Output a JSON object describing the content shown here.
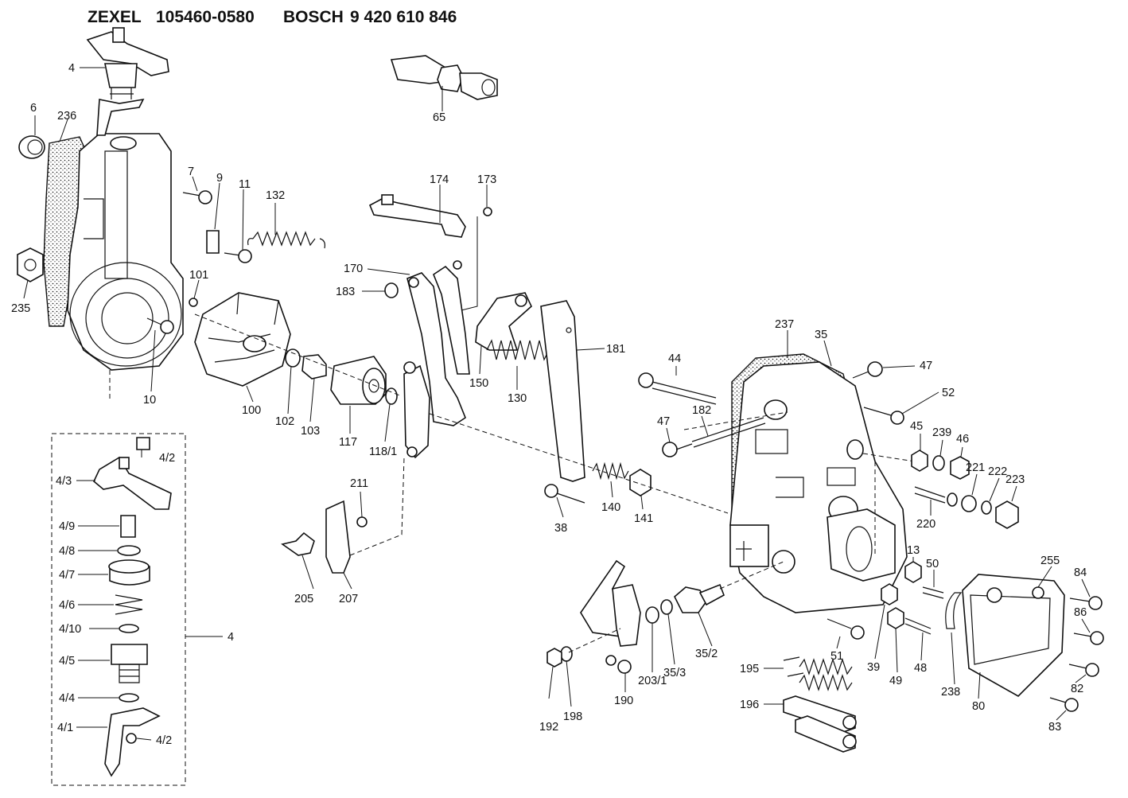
{
  "header": {
    "brand_a": "ZEXEL",
    "part_a": "105460-0580",
    "brand_b": "BOSCH",
    "part_b": "9 420 610 846"
  },
  "labels": {
    "l4": "4",
    "l6": "6",
    "l236": "236",
    "l235": "235",
    "l7": "7",
    "l9": "9",
    "l11": "11",
    "l132": "132",
    "l10": "10",
    "l101": "101",
    "l100": "100",
    "l102": "102",
    "l103": "103",
    "l117": "117",
    "l118_1": "118/1",
    "l65": "65",
    "l174": "174",
    "l173": "173",
    "l170": "170",
    "l183": "183",
    "l150": "150",
    "l130": "130",
    "l181": "181",
    "l211": "211",
    "l205": "205",
    "l207": "207",
    "l38": "38",
    "l140": "140",
    "l141": "141",
    "l44": "44",
    "l47a": "47",
    "l182": "182",
    "l237": "237",
    "l35": "35",
    "l47b": "47",
    "l52": "52",
    "l45": "45",
    "l239": "239",
    "l46": "46",
    "l220": "220",
    "l221": "221",
    "l222": "222",
    "l223": "223",
    "l13": "13",
    "l50": "50",
    "l255": "255",
    "l84": "84",
    "l86": "86",
    "l82": "82",
    "l83": "83",
    "l80": "80",
    "l238": "238",
    "l48": "48",
    "l49": "49",
    "l39": "39",
    "l51": "51",
    "l35_2": "35/2",
    "l35_3": "35/3",
    "l203_1": "203/1",
    "l190": "190",
    "l198": "198",
    "l192": "192",
    "l195": "195",
    "l196": "196",
    "l4_2a": "4/2",
    "l4_3": "4/3",
    "l4_9": "4/9",
    "l4_8": "4/8",
    "l4_7": "4/7",
    "l4_6": "4/6",
    "l4_10": "4/10",
    "l4_5": "4/5",
    "l4_4": "4/4",
    "l4_1": "4/1",
    "l4_2b": "4/2",
    "l4_box": "4"
  }
}
